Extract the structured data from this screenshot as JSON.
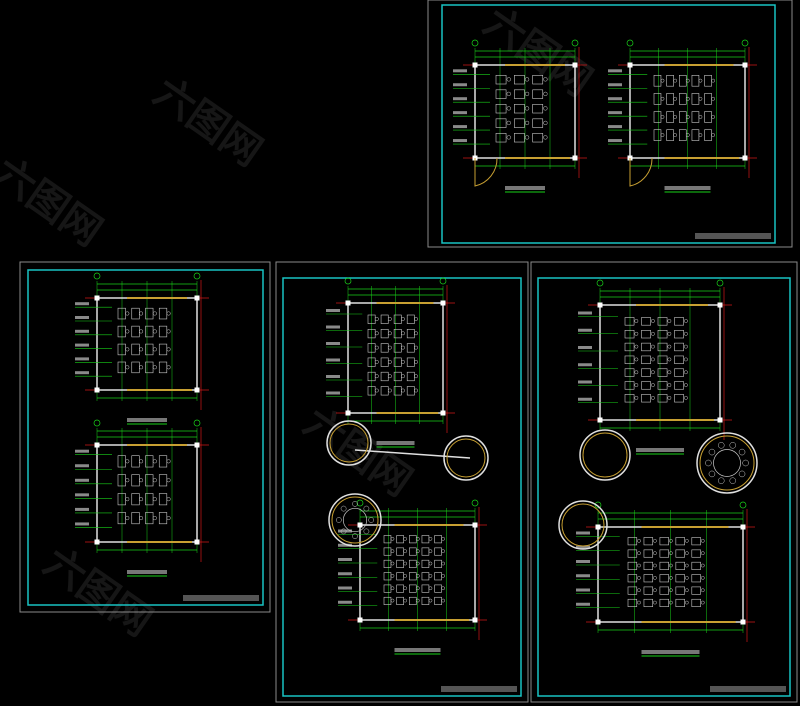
{
  "watermark": "六图网",
  "colors": {
    "background": "#000000",
    "frame_outer": "#8a8a8a",
    "frame_inner": "#19c3c3",
    "wall": "#e0e0e0",
    "furniture": "#c8c8c8",
    "dimension": "#19d219",
    "axis": "#d21919",
    "window": "#c8a032",
    "leader": "#19d219"
  },
  "sheets": [
    {
      "id": "sheet-top-right",
      "plans": 2
    },
    {
      "id": "sheet-left",
      "plans": 2
    },
    {
      "id": "sheet-middle",
      "plans": 2
    },
    {
      "id": "sheet-right",
      "plans": 2
    }
  ]
}
